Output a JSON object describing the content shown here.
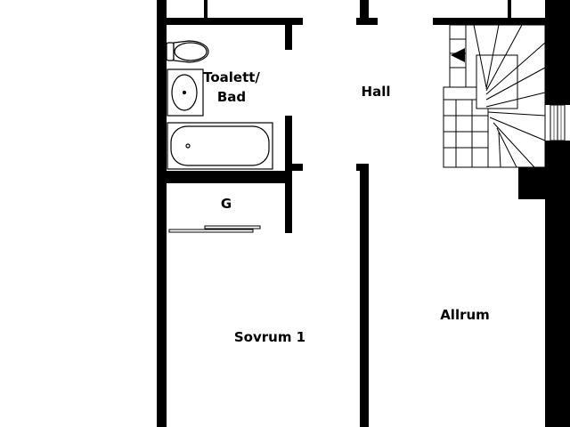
{
  "rooms": {
    "bathroom": {
      "line1": "Toalett/",
      "line2": "Bad"
    },
    "hall": "Hall",
    "closet": "G",
    "bedroom": "Sovrum 1",
    "living": "Allrum"
  },
  "colors": {
    "wall": "#000000",
    "fixture": "#000000",
    "background": "#ffffff"
  }
}
